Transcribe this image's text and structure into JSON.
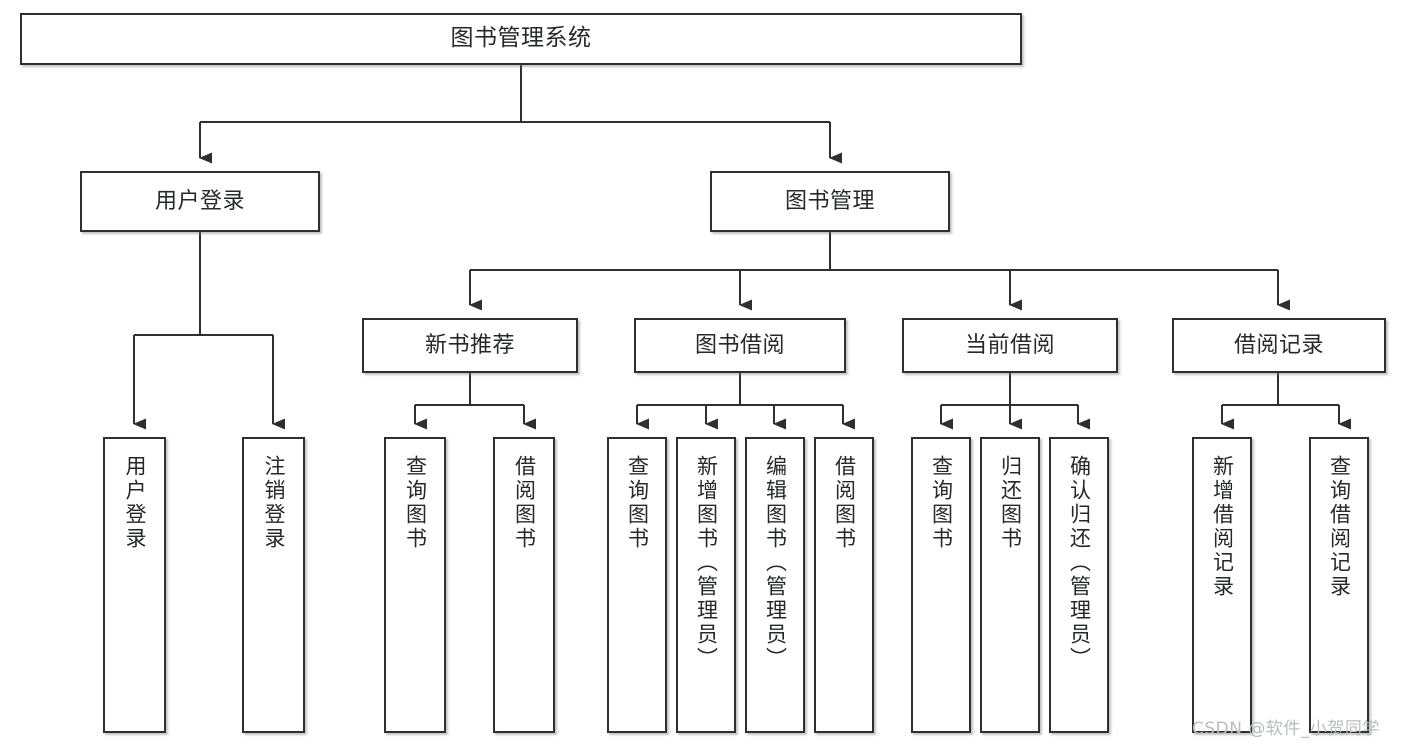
{
  "diagram": {
    "title": "图书管理系统",
    "type": "tree-hierarchy-chart",
    "line_color": "#2f2f2f",
    "box_fill": "#ffffff",
    "text_color": "#26282b"
  },
  "root": {
    "label": "图书管理系统"
  },
  "level2": [
    {
      "label": "用户登录"
    },
    {
      "label": "图书管理"
    }
  ],
  "level3": [
    {
      "label": "新书推荐"
    },
    {
      "label": "图书借阅"
    },
    {
      "label": "当前借阅"
    },
    {
      "label": "借阅记录"
    }
  ],
  "leaves": {
    "user_login": [
      {
        "label": "用户登录"
      },
      {
        "label": "注销登录"
      }
    ],
    "new_book_recommend": [
      {
        "label": "查询图书"
      },
      {
        "label": "借阅图书"
      }
    ],
    "book_borrow": [
      {
        "label": "查询图书"
      },
      {
        "label": "新增图书（管理员）"
      },
      {
        "label": "编辑图书（管理员）"
      },
      {
        "label": "借阅图书"
      }
    ],
    "current_borrow": [
      {
        "label": "查询图书"
      },
      {
        "label": "归还图书"
      },
      {
        "label": "确认归还（管理员）"
      }
    ],
    "borrow_record": [
      {
        "label": "新增借阅记录"
      },
      {
        "label": "查询借阅记录"
      }
    ]
  },
  "watermark": {
    "text": "CSDN @软件_小贺同学",
    "color": "#b9bcc0"
  }
}
